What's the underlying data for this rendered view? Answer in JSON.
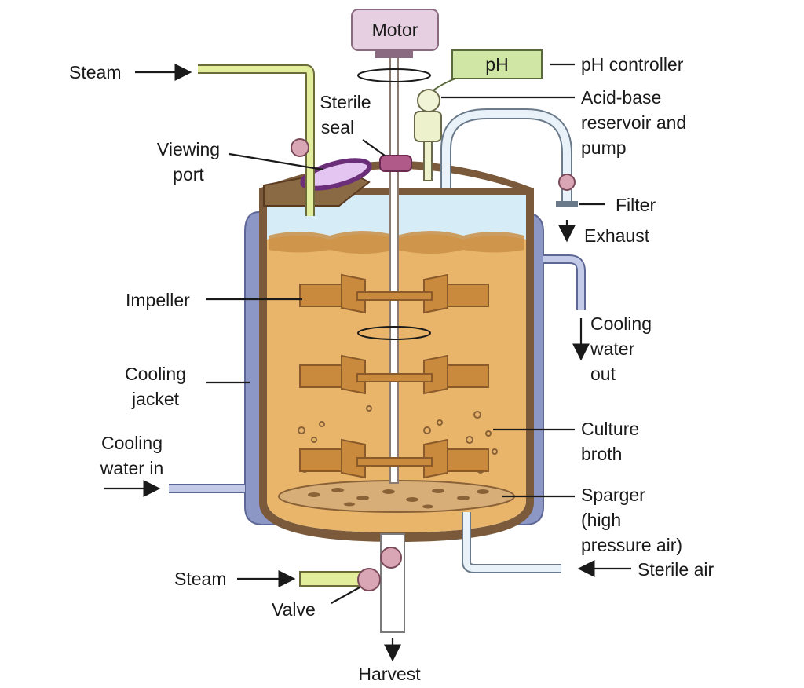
{
  "labels": {
    "motor": "Motor",
    "ph": "pH",
    "ph_controller": "pH controller",
    "acid_base": [
      "Acid-base",
      "reservoir and",
      "pump"
    ],
    "steam_top": "Steam",
    "sterile_seal": [
      "Sterile",
      "seal"
    ],
    "viewing_port": [
      "Viewing",
      "port"
    ],
    "filter": "Filter",
    "exhaust": "Exhaust",
    "impeller": "Impeller",
    "cooling_water_out": [
      "Cooling",
      "water",
      "out"
    ],
    "cooling_jacket": [
      "Cooling",
      "jacket"
    ],
    "culture_broth": [
      "Culture",
      "broth"
    ],
    "cooling_water_in": [
      "Cooling",
      "water in"
    ],
    "sparger": [
      "Sparger",
      "(high",
      "pressure air)"
    ],
    "sterile_air": "Sterile air",
    "steam_bottom": "Steam",
    "valve": "Valve",
    "harvest": "Harvest"
  },
  "colors": {
    "jacket": "#8d97c6",
    "vessel_wall": "#7a5a3a",
    "broth": "#e9b56b",
    "broth_dark": "#c98f45",
    "headspace": "#d6ecf6",
    "impeller": "#c98a3e",
    "steam_pipe": "#e3ee9c",
    "ph_box": "#cfe6a4",
    "motor": "#e6cfe0",
    "valve": "#d8a6b4",
    "port": "#6b2f7a"
  }
}
